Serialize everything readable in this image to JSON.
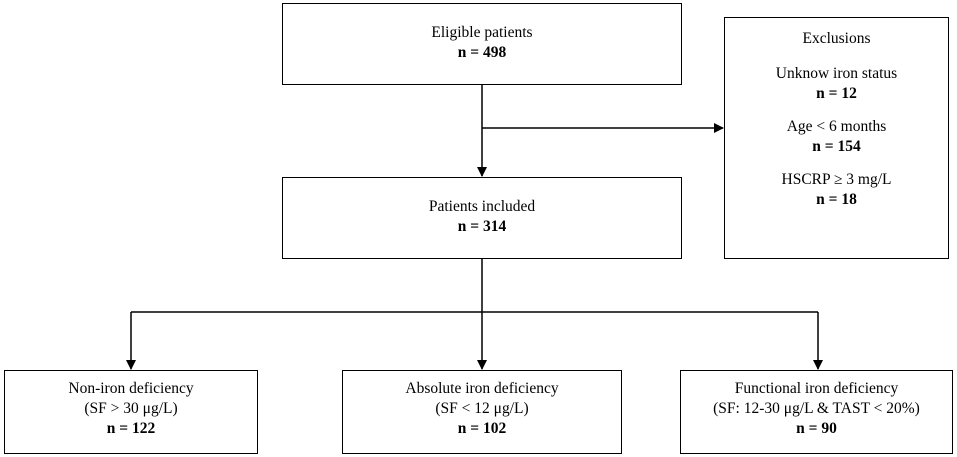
{
  "eligible": {
    "label": "Eligible  patients",
    "count": "n = 498"
  },
  "exclusions": {
    "title": "Exclusions",
    "items": [
      {
        "label": "Unknow  iron  status",
        "count": "n = 12"
      },
      {
        "label": "Age < 6 months",
        "count": "n = 154"
      },
      {
        "label": "HSCRP ≥ 3 mg/L",
        "count": "n = 18"
      }
    ]
  },
  "included": {
    "label": "Patients  included",
    "count": "n = 314"
  },
  "groups": [
    {
      "label": "Non-iron  deficiency",
      "criteria": "(SF > 30 μg/L)",
      "count": "n = 122"
    },
    {
      "label": "Absolute  iron  deficiency",
      "criteria": "(SF < 12 μg/L)",
      "count": "n = 102"
    },
    {
      "label": "Functional  iron  deficiency",
      "criteria": "(SF: 12-30 μg/L & TAST < 20%)",
      "count": "n = 90"
    }
  ]
}
